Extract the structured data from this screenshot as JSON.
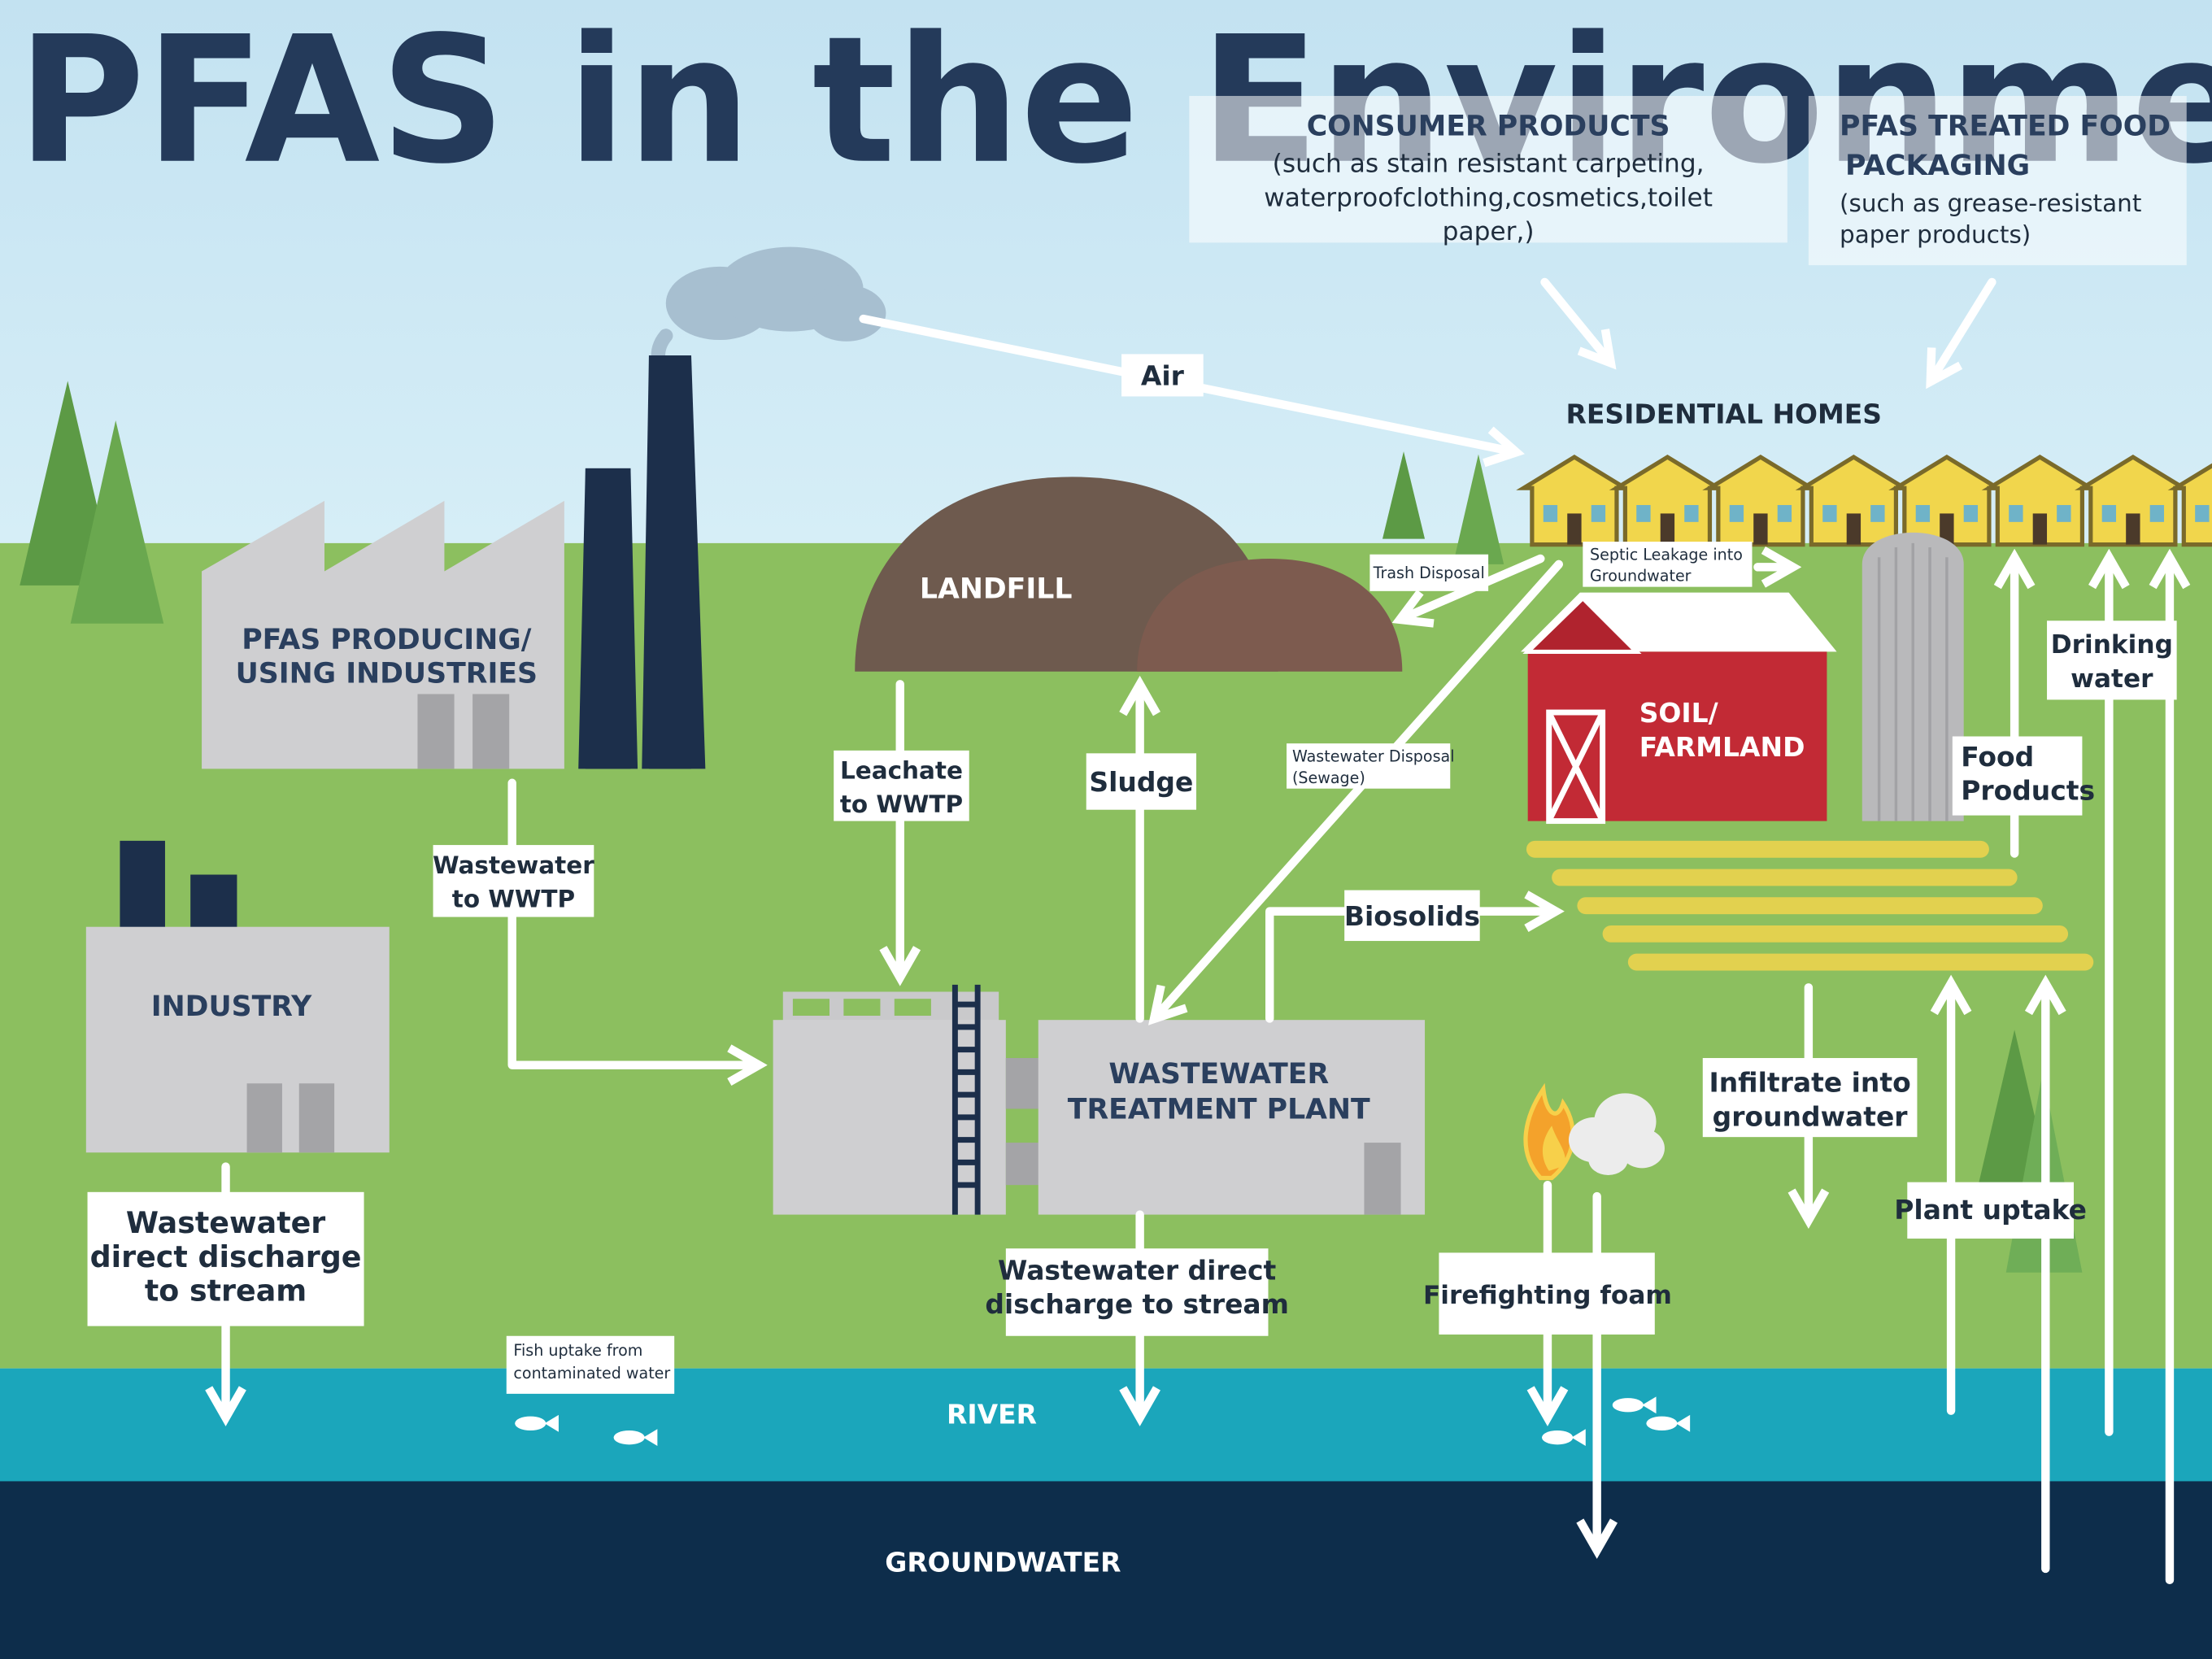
{
  "title": "PFAS in the Environment",
  "callouts": {
    "consumer_products": {
      "heading": "CONSUMER PRODUCTS",
      "line1": "(such as stain resistant carpeting,",
      "line2": "waterproofclothing,cosmetics,toilet",
      "line3": "paper,)"
    },
    "food_packaging": {
      "heading1": "PFAS TREATED FOOD",
      "heading2": "PACKAGING",
      "line1": "(such as grease-resistant",
      "line2": "paper products)"
    }
  },
  "nodes": {
    "residential_homes": "RESIDENTIAL HOMES",
    "landfill": "LANDFILL",
    "pfas_industries_1": "PFAS PRODUCING/",
    "pfas_industries_2": "USING INDUSTRIES",
    "industry": "INDUSTRY",
    "wwtp_1": "WASTEWATER",
    "wwtp_2": "TREATMENT PLANT",
    "soil_1": "SOIL/",
    "soil_2": "FARMLAND",
    "river": "RIVER",
    "groundwater": "GROUNDWATER"
  },
  "flows": {
    "air": "Air",
    "trash_disposal": "Trash Disposal",
    "septic_1": "Septic Leakage into",
    "septic_2": "Groundwater",
    "leachate_1": "Leachate",
    "leachate_2": "to WWTP",
    "sludge": "Sludge",
    "ww_disposal_1": "Wastewater Disposal",
    "ww_disposal_2": "(Sewage)",
    "biosolids": "Biosolids",
    "ww_to_wwtp_1": "Wastewater",
    "ww_to_wwtp_2": "to WWTP",
    "drinking_1": "Drinking",
    "drinking_2": "water",
    "food_1": "Food",
    "food_2": "Products",
    "infiltrate_1": "Infiltrate into",
    "infiltrate_2": "groundwater",
    "plant_uptake": "Plant uptake",
    "firefighting": "Firefighting foam",
    "ind_discharge_1": "Wastewater",
    "ind_discharge_2": "direct discharge",
    "ind_discharge_3": "to stream",
    "wwtp_discharge_1": "Wastewater direct",
    "wwtp_discharge_2": "discharge to stream",
    "fish_1": "Fish uptake from",
    "fish_2": "contaminated water"
  },
  "colors": {
    "sky": "#c6e4f2",
    "ground": "#8cbf5f",
    "river": "#1ba6bb",
    "groundwater": "#0d2d4b",
    "title": "#243a5a",
    "landfill": "#6e5a4e",
    "barn": "#c22a35",
    "house": "#f1d64c",
    "building": "#cfcfd1"
  }
}
